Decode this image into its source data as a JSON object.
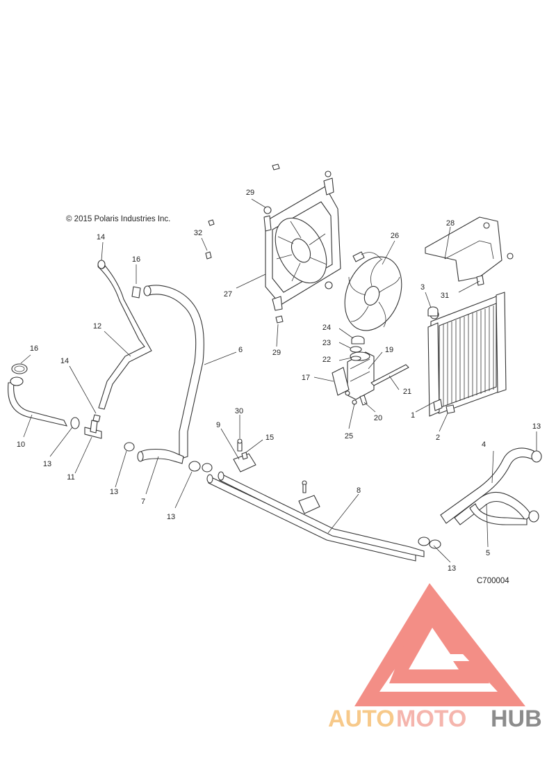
{
  "copyright": "© 2015 Polaris Industries Inc.",
  "diagram_code": "C700004",
  "callouts": [
    {
      "id": "c1",
      "text": "1"
    },
    {
      "id": "c2",
      "text": "2"
    },
    {
      "id": "c3",
      "text": "3"
    },
    {
      "id": "c4",
      "text": "4"
    },
    {
      "id": "c5",
      "text": "5"
    },
    {
      "id": "c6",
      "text": "6"
    },
    {
      "id": "c7",
      "text": "7"
    },
    {
      "id": "c8",
      "text": "8"
    },
    {
      "id": "c9",
      "text": "9"
    },
    {
      "id": "c10",
      "text": "10"
    },
    {
      "id": "c11",
      "text": "11"
    },
    {
      "id": "c12",
      "text": "12"
    },
    {
      "id": "c13a",
      "text": "13"
    },
    {
      "id": "c13b",
      "text": "13"
    },
    {
      "id": "c13c",
      "text": "13"
    },
    {
      "id": "c13d",
      "text": "13"
    },
    {
      "id": "c13e",
      "text": "13"
    },
    {
      "id": "c14a",
      "text": "14"
    },
    {
      "id": "c14b",
      "text": "14"
    },
    {
      "id": "c15",
      "text": "15"
    },
    {
      "id": "c16a",
      "text": "16"
    },
    {
      "id": "c16b",
      "text": "16"
    },
    {
      "id": "c17",
      "text": "17"
    },
    {
      "id": "c19",
      "text": "19"
    },
    {
      "id": "c20",
      "text": "20"
    },
    {
      "id": "c21",
      "text": "21"
    },
    {
      "id": "c22",
      "text": "22"
    },
    {
      "id": "c23",
      "text": "23"
    },
    {
      "id": "c24",
      "text": "24"
    },
    {
      "id": "c25",
      "text": "25"
    },
    {
      "id": "c26",
      "text": "26"
    },
    {
      "id": "c27",
      "text": "27"
    },
    {
      "id": "c28",
      "text": "28"
    },
    {
      "id": "c29a",
      "text": "29"
    },
    {
      "id": "c29b",
      "text": "29"
    },
    {
      "id": "c30",
      "text": "30"
    },
    {
      "id": "c31",
      "text": "31"
    },
    {
      "id": "c32",
      "text": "32"
    }
  ],
  "watermark": {
    "part1": "AUTO",
    "part2": "MOTO",
    "part3": "HUB",
    "color1": "#f7c98a",
    "color2": "#f5b5ad",
    "color3": "#8c8c8c",
    "logo_color": "#f27b72"
  }
}
